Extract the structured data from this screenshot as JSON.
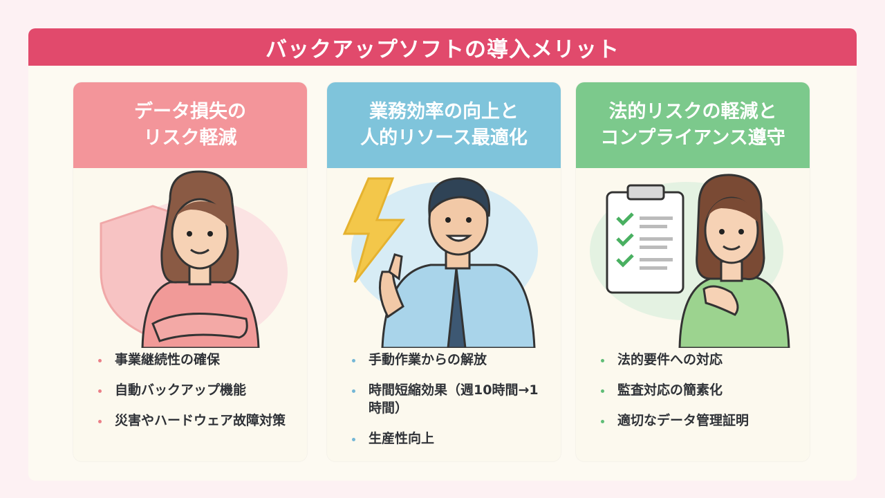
{
  "title": "バックアップソフトの導入メリット",
  "cards": [
    {
      "heading_line1": "データ損失の",
      "heading_line2": "リスク軽減",
      "illustration": "woman-arms-crossed-shield-icon",
      "bullets": [
        "事業継続性の確保",
        "自動バックアップ機能",
        "災害やハードウェア故障対策"
      ]
    },
    {
      "heading_line1": "業務効率の向上と",
      "heading_line2": "人的リソース最適化",
      "illustration": "man-lightning-bolt-icon",
      "bullets": [
        "手動作業からの解放",
        "時間短縮効果（週10時間→1時間）",
        "生産性向上"
      ]
    },
    {
      "heading_line1": "法的リスクの軽減と",
      "heading_line2": "コンプライアンス遵守",
      "illustration": "woman-checklist-clipboard-icon",
      "bullets": [
        "法的要件への対応",
        "監査対応の簡素化",
        "適切なデータ管理証明"
      ]
    }
  ],
  "colors": {
    "banner": "#e14a6c",
    "card1": "#f3959a",
    "card2": "#7fc4db",
    "card3": "#7cc98c"
  }
}
